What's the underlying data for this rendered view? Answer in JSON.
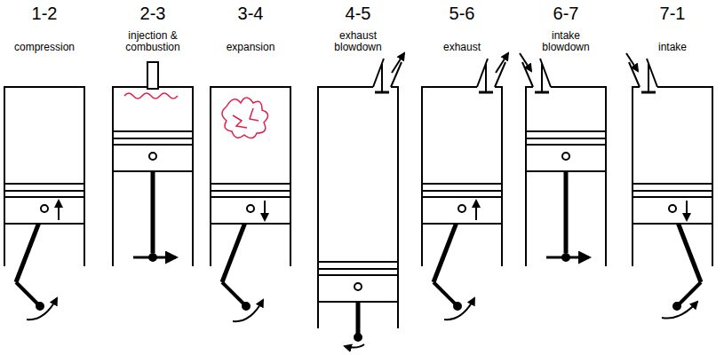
{
  "diagram": {
    "labels": [
      "1-2",
      "compression",
      "2-3",
      "injection & combustion",
      "3-4",
      "expansion",
      "4-5",
      "exhaust blowdown",
      "5-6",
      "exhaust",
      "6-7",
      "intake blowdown",
      "7-1",
      "intake"
    ]
  }
}
